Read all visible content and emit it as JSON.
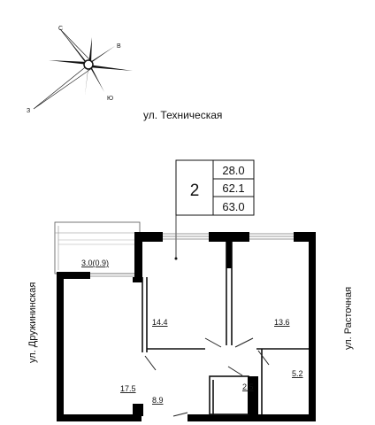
{
  "compass": {
    "c_label": "С",
    "v_label": "В",
    "yu_label": "Ю",
    "z_label": "З"
  },
  "streets": {
    "top": "ул. Техническая",
    "left": "ул. Дружининская",
    "right": "ул. Расточная"
  },
  "apartment": {
    "rooms_count": "2",
    "living_area": "28.0",
    "total_area": "62.1",
    "total_with_balcony": "63.0"
  },
  "rooms": {
    "balcony": "3.0(0.9)",
    "room_1": "14.4",
    "room_2": "13.6",
    "kitchen": "17.5",
    "hall": "8.9",
    "bathroom": "2.5",
    "wc": "5.2"
  },
  "colors": {
    "wall": "#000000",
    "line": "#333333",
    "window": "#777777"
  }
}
